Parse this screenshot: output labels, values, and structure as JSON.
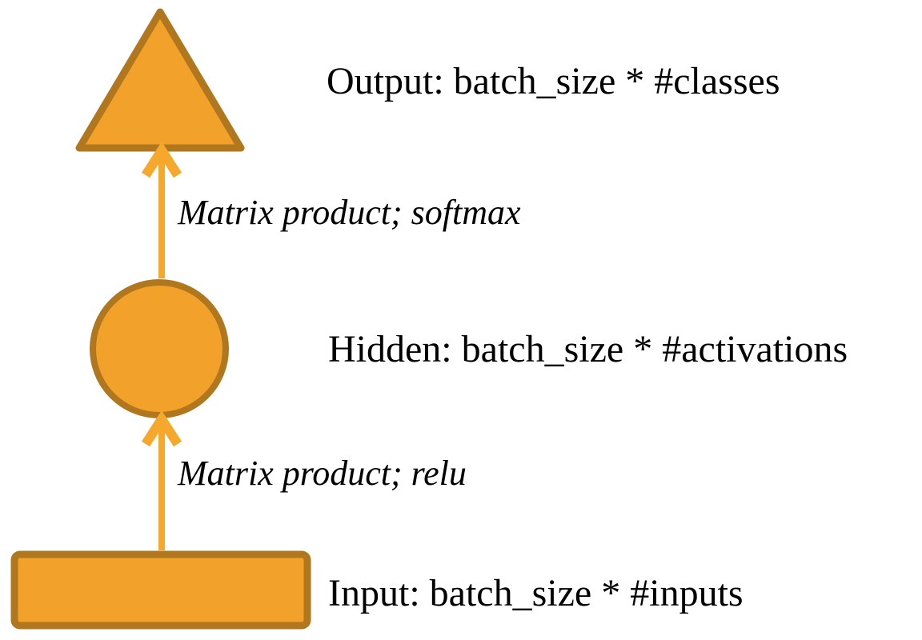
{
  "diagram": {
    "nodes": [
      {
        "id": "output",
        "shape": "triangle",
        "label": "Output: batch_size * #classes"
      },
      {
        "id": "hidden",
        "shape": "circle",
        "label": "Hidden: batch_size * #activations"
      },
      {
        "id": "input",
        "shape": "rectangle",
        "label": "Input: batch_size * #inputs"
      }
    ],
    "edges": [
      {
        "from": "hidden",
        "to": "output",
        "label": "Matrix product; softmax"
      },
      {
        "from": "input",
        "to": "hidden",
        "label": "Matrix product; relu"
      }
    ],
    "colors": {
      "shape_fill": "#F2A12B",
      "shape_border": "#B1771E",
      "arrow": "#F6A82C",
      "text": "#000000",
      "background": "#FFFFFF"
    }
  }
}
